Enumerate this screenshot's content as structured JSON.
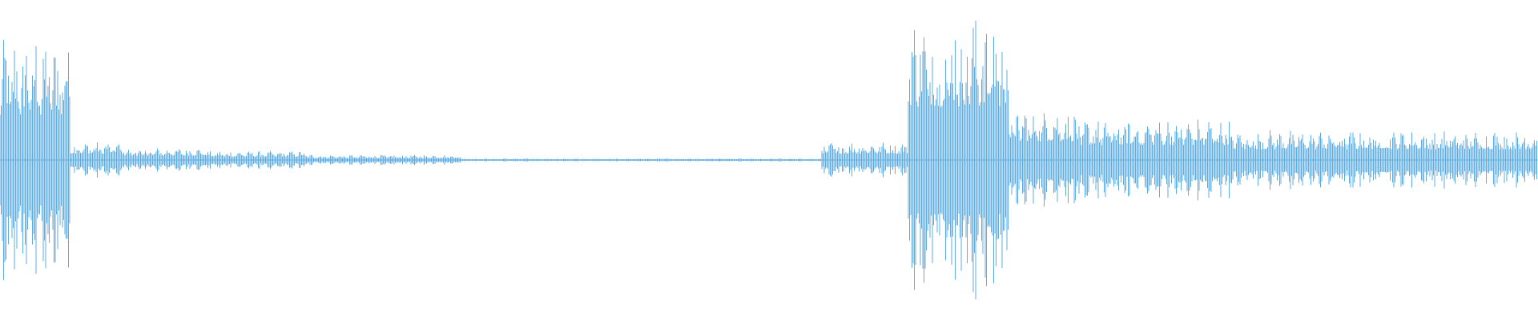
{
  "waveform": {
    "color": "#5dade2",
    "sample_count": 1280,
    "segments": [
      {
        "start": 0.0,
        "end": 0.046,
        "level": 0.85
      },
      {
        "start": 0.046,
        "end": 0.08,
        "level": 0.12
      },
      {
        "start": 0.08,
        "end": 0.135,
        "level": 0.08
      },
      {
        "start": 0.135,
        "end": 0.2,
        "level": 0.06
      },
      {
        "start": 0.2,
        "end": 0.3,
        "level": 0.035
      },
      {
        "start": 0.3,
        "end": 0.534,
        "level": 0.01
      },
      {
        "start": 0.534,
        "end": 0.59,
        "level": 0.12
      },
      {
        "start": 0.59,
        "end": 0.656,
        "level": 1.0
      },
      {
        "start": 0.656,
        "end": 0.7,
        "level": 0.35
      },
      {
        "start": 0.7,
        "end": 0.8,
        "level": 0.28
      },
      {
        "start": 0.8,
        "end": 1.0,
        "level": 0.2
      }
    ],
    "peaks": [
      {
        "pos": 0.022,
        "level": 0.85
      },
      {
        "pos": 0.039,
        "level": 0.65
      },
      {
        "pos": 0.604,
        "level": 1.0
      },
      {
        "pos": 0.62,
        "level": 0.98
      },
      {
        "pos": 0.636,
        "level": 0.96
      },
      {
        "pos": 0.662,
        "level": 0.4
      },
      {
        "pos": 0.686,
        "level": 0.35
      },
      {
        "pos": 0.73,
        "level": 0.32
      }
    ]
  }
}
